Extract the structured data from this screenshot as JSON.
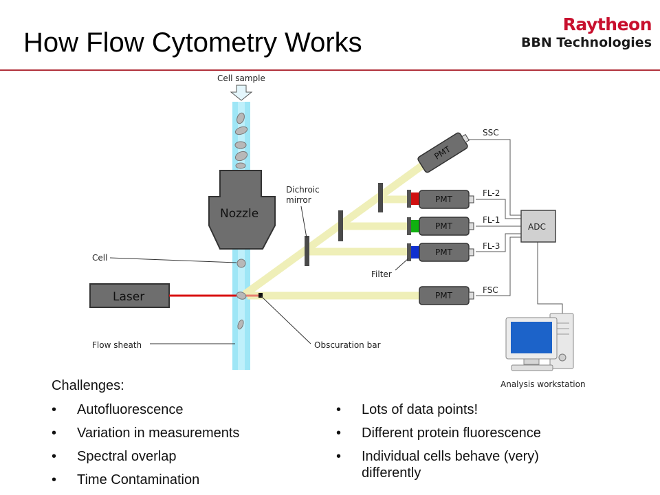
{
  "slide": {
    "title": "How Flow Cytometry Works",
    "logo_line1": "Raytheon",
    "logo_line2": "BBN Technologies"
  },
  "diagram": {
    "cell_sample": "Cell sample",
    "nozzle": "Nozzle",
    "laser": "Laser",
    "cell": "Cell",
    "flow_sheath": "Flow sheath",
    "dichroic_line1": "Dichroic",
    "dichroic_line2": "mirror",
    "filter": "Filter",
    "obscuration_bar": "Obscuration bar",
    "adc": "ADC",
    "analysis_workstation": "Analysis workstation",
    "pmt_label": "PMT",
    "channels": [
      "SSC",
      "FL-2",
      "FL-1",
      "FL-3",
      "FSC"
    ],
    "filter_colors": [
      "#d01010",
      "#10b010",
      "#1030d0"
    ]
  },
  "challenges": {
    "heading": "Challenges:",
    "bullet": "•",
    "left": [
      "Autofluorescence",
      "Variation in measurements",
      "Spectral overlap",
      "Time Contamination"
    ],
    "right": [
      "Lots of data points!",
      "Different protein fluorescence",
      "Individual cells behave (very) differently"
    ]
  }
}
